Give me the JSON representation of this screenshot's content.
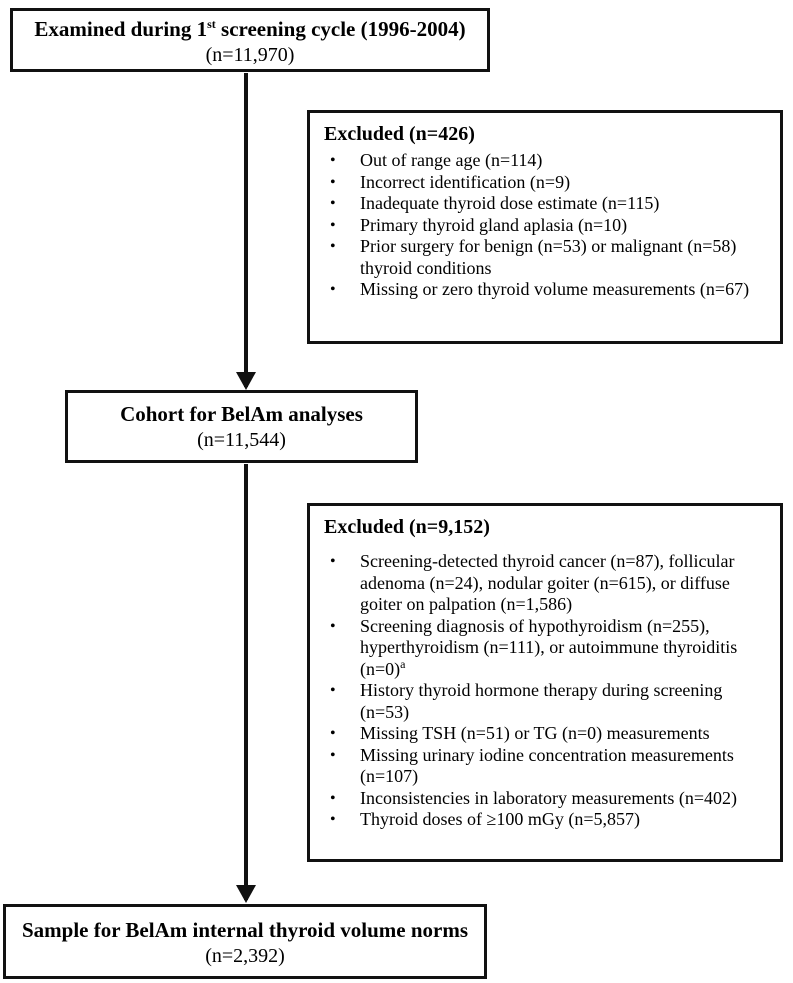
{
  "boxes": {
    "screening": {
      "title_prefix": "Examined during 1",
      "title_sup": "st",
      "title_suffix": " screening cycle (1996-2004)",
      "count": "(n=11,970)"
    },
    "excluded1": {
      "title": "Excluded (n=426)",
      "items": [
        "Out of range age (n=114)",
        "Incorrect identification (n=9)",
        "Inadequate thyroid dose estimate (n=115)",
        "Primary thyroid gland aplasia (n=10)",
        "Prior surgery for benign (n=53) or malignant (n=58) thyroid conditions",
        "Missing or zero thyroid volume measurements (n=67)"
      ]
    },
    "cohort": {
      "title": "Cohort for BelAm analyses",
      "count": "(n=11,544)"
    },
    "excluded2": {
      "title": "Excluded (n=9,152)",
      "items": [
        "Screening-detected thyroid cancer (n=87), follicular adenoma (n=24), nodular goiter (n=615), or diffuse goiter on palpation (n=1,586)",
        "Screening diagnosis of hypothyroidism (n=255), hyperthyroidism (n=111), or autoimmune thyroiditis (n=0)",
        "History thyroid hormone therapy during screening (n=53)",
        "Missing TSH (n=51) or TG (n=0) measurements",
        "Missing urinary iodine concentration measurements (n=107)",
        "Inconsistencies in laboratory measurements (n=402)",
        "Thyroid doses of ≥100 mGy (n=5,857)"
      ],
      "footnote_mark": "a"
    },
    "sample": {
      "title": "Sample for BelAm internal thyroid volume norms",
      "count": "(n=2,392)"
    }
  }
}
